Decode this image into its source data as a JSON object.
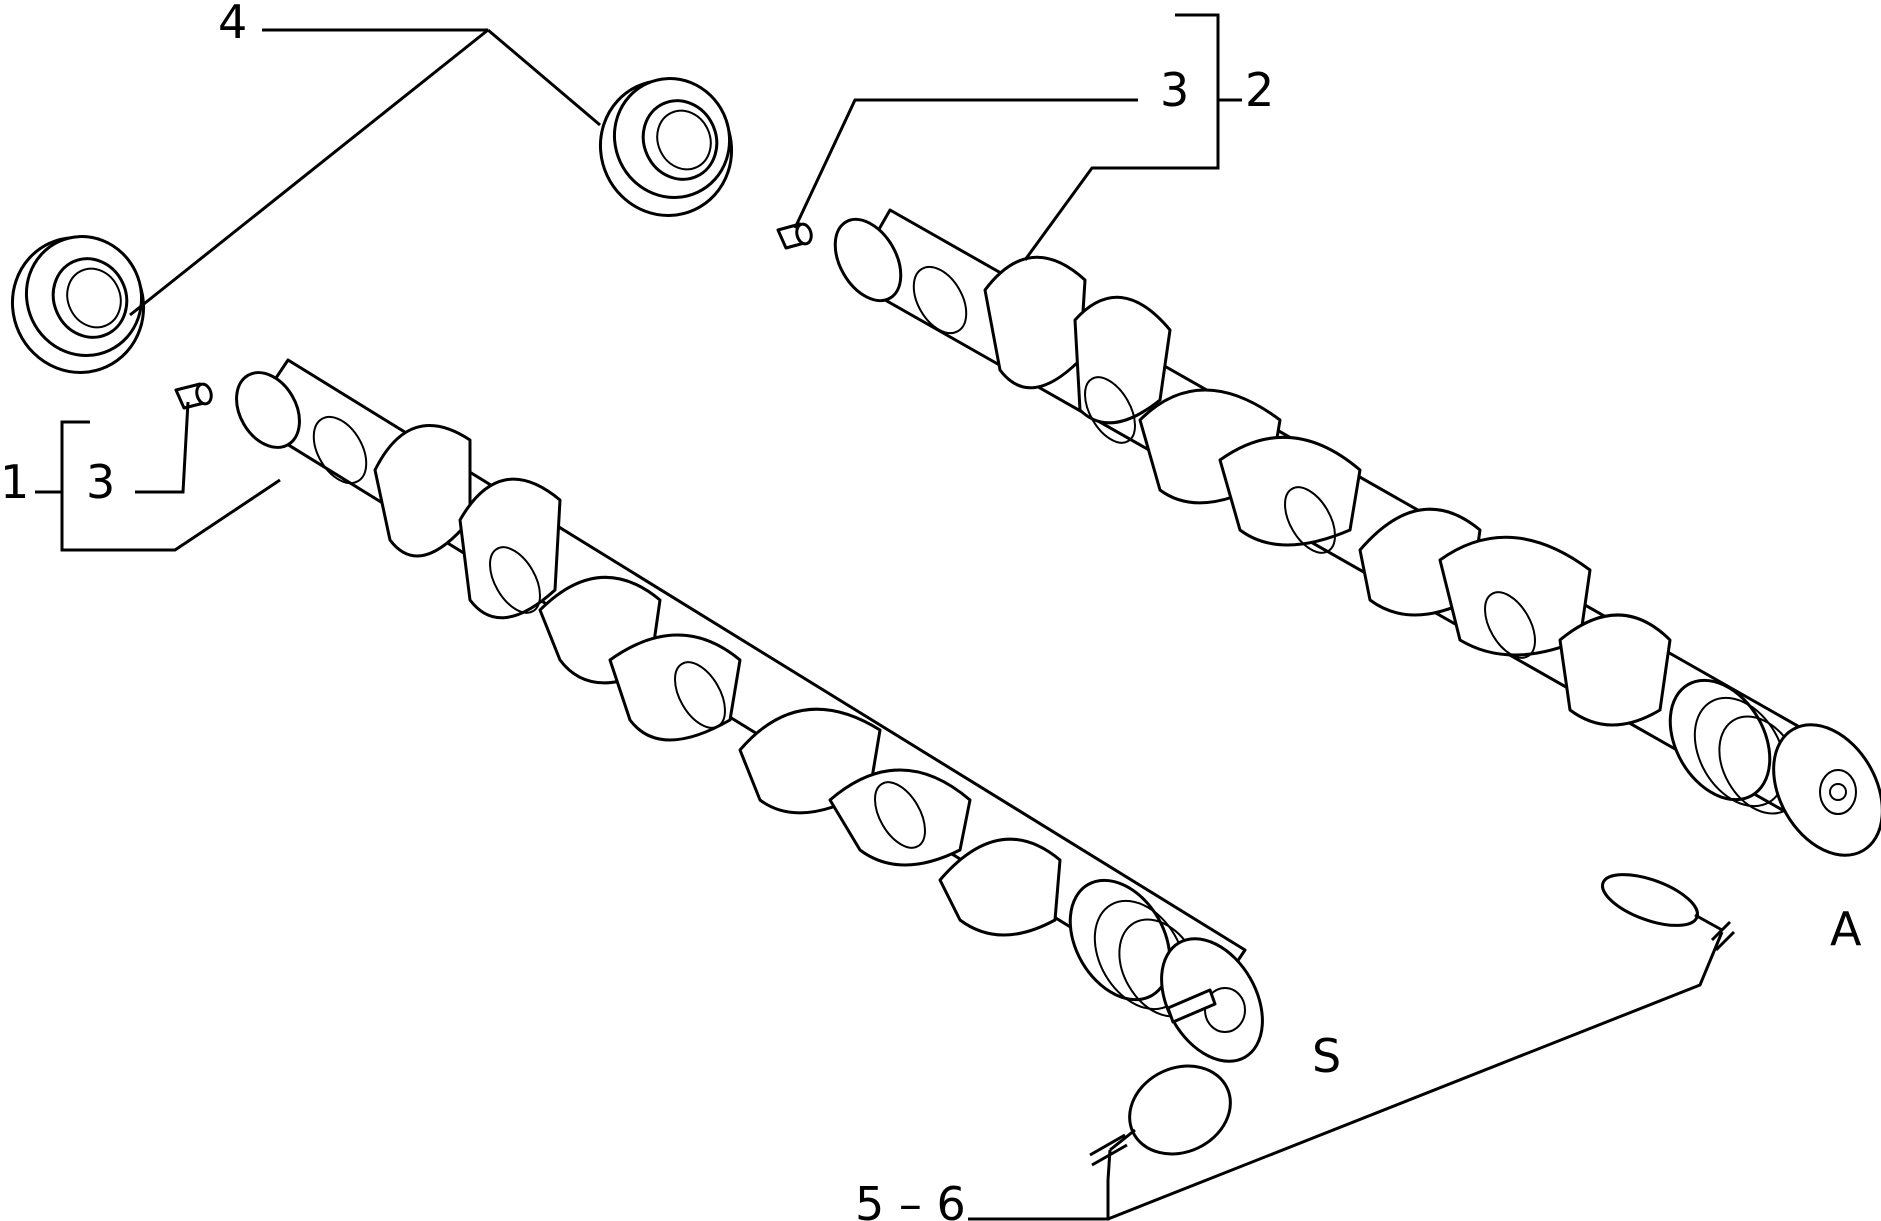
{
  "callouts": {
    "c1": "1",
    "c2": "2",
    "c3_left": "3",
    "c3_right": "3",
    "c4": "4",
    "c56": "5 – 6",
    "cS": "S",
    "cA": "A"
  },
  "colors": {
    "ink": "#000000",
    "paper": "#ffffff"
  }
}
